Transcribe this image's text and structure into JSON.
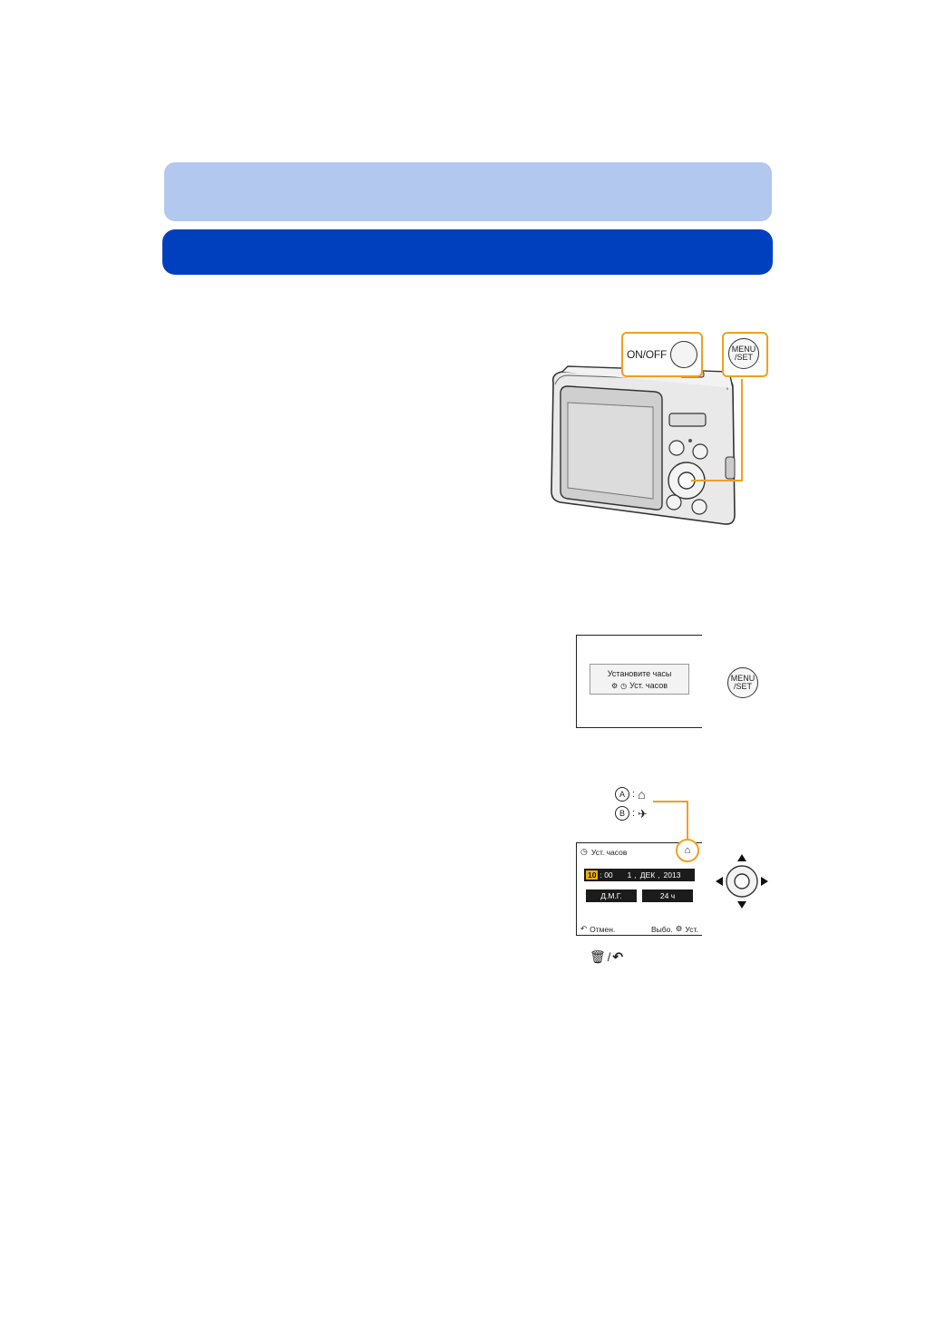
{
  "camera": {
    "on_off_label": "ON/OFF",
    "menu_label_top": "MENU",
    "menu_label_bottom": "/SET"
  },
  "screen1": {
    "line1": "Установите часы",
    "line2": "Уст. часов"
  },
  "legend": {
    "a_letter": "A",
    "b_letter": "B",
    "sep": ":"
  },
  "screen2": {
    "title": "Уст. часов",
    "hour": "10",
    "minute_sep": ": 00",
    "day": "1",
    "month": "ДЕК",
    "year": "2013",
    "date_format": "Д.М.Г.",
    "time_format": "24 ч",
    "cancel": "Отмен.",
    "select": "Выбо.",
    "set": "Уст."
  },
  "colors": {
    "band_light": "#b3c8ee",
    "band_dark": "#0040bf",
    "callout": "#f0a020",
    "highlight": "#f0b000"
  }
}
